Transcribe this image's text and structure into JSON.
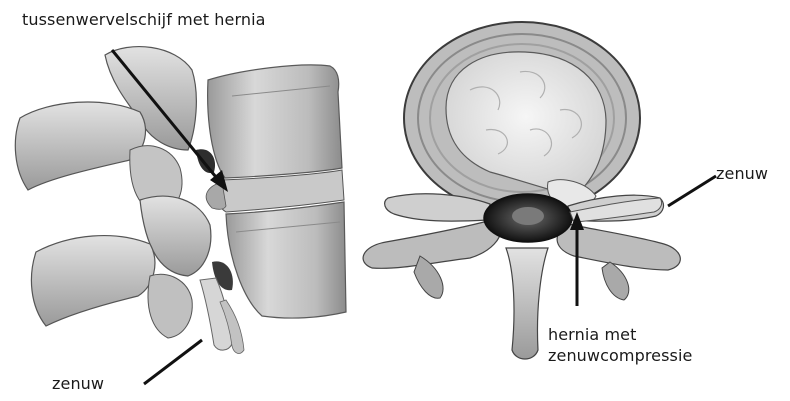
{
  "labels": {
    "disc_with_hernia": "tussenwervelschijf met hernia",
    "nerve_left": "zenuw",
    "nerve_right": "zenuw",
    "hernia_compression_line1": "hernia met",
    "hernia_compression_line2": "zenuwcompressie"
  },
  "illustrations": {
    "left": "lateral-view-lumbar-spine",
    "right": "axial-view-vertebra"
  },
  "colors": {
    "background": "#ffffff",
    "line": "#111111",
    "bone_light": "#e6e6e6",
    "bone_mid": "#b4b4b4",
    "bone_dark": "#707070",
    "disc_nucleus": "#f0f0f0"
  }
}
